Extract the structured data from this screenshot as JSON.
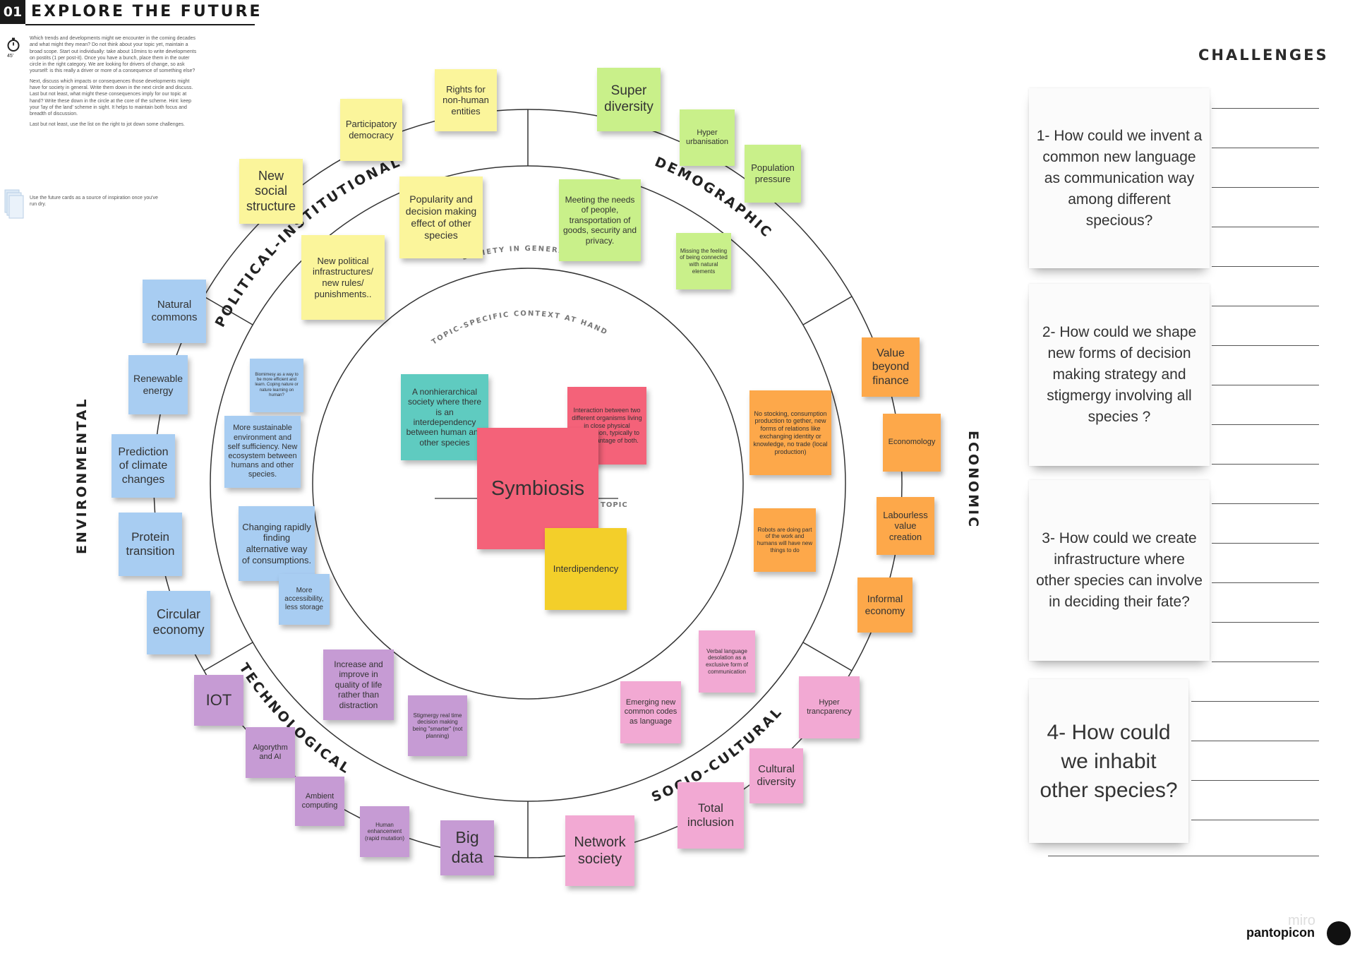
{
  "header": {
    "number": "01",
    "title": "EXPLORE THE FUTURE"
  },
  "timer": {
    "label": "45'",
    "icon": "stopwatch-icon"
  },
  "instructions": [
    "Which trends and developments might we encounter in the coming decades and what might they mean? Do not think about your topic yet, maintain a broad scope. Start out individually: take about 10mins to write developments on postits (1 per post-it). Once you have a bunch, place them in the outer circle in the right category. We are looking for drivers of change, so ask yourself: is this really a driver or more of a consequence of something else?",
    "Next, discuss which impacts or consequences those developments might have for society in general. Write them down in the next circle and discuss. Last but not least, what might these consequences imply for our topic at hand? Write these down in the circle at the core of the scheme. Hint: keep your 'lay of the land' scheme in sight. It helps to maintain both focus and breadth of discussion.",
    "Last but not least, use the list on the right to jot down some challenges."
  ],
  "cards_hint": "Use the future cards as a source of inspiration once you've run dry.",
  "sectors": {
    "political": "POLITICAL-INSTITUTIONAL",
    "demographic": "DEMOGRAPHIC",
    "economic": "ECONOMIC",
    "sociocultural": "SOCIO-CULTURAL",
    "technological": "TECHNOLOGICAL",
    "environmental": "ENVIRONMENTAL"
  },
  "rings": {
    "society": "SOCIETY IN GENERAL",
    "topic_context": "TOPIC-SPECIFIC CONTEXT AT HAND",
    "topic": "TOPIC"
  },
  "notes": [
    {
      "text": "Rights for non-human entities",
      "color": "y"
    },
    {
      "text": "Participatory democracy",
      "color": "y"
    },
    {
      "text": "New social structure",
      "color": "y"
    },
    {
      "text": "Popularity and decision making effect of other species",
      "color": "y"
    },
    {
      "text": "New political infrastructures/ new rules/ punishments..",
      "color": "y"
    },
    {
      "text": "Super diversity",
      "color": "g"
    },
    {
      "text": "Hyper urbanisation",
      "color": "g"
    },
    {
      "text": "Population pressure",
      "color": "g"
    },
    {
      "text": "Meeting the needs of people, transportation of goods, security and privacy.",
      "color": "g"
    },
    {
      "text": "Missing the feeling of being connected with natural elements",
      "color": "g"
    },
    {
      "text": "Value beyond finance",
      "color": "o"
    },
    {
      "text": "No stocking, consumption production to gether, new forms of relations like exchanging identity or knowledge, no trade (local production)",
      "color": "o"
    },
    {
      "text": "Economology",
      "color": "o"
    },
    {
      "text": "Labourless value creation",
      "color": "o"
    },
    {
      "text": "Robots are doing part of the work and humans will have new things to do",
      "color": "o"
    },
    {
      "text": "Informal economy",
      "color": "o"
    },
    {
      "text": "Natural commons",
      "color": "b"
    },
    {
      "text": "Renewable energy",
      "color": "b"
    },
    {
      "text": "Prediction of climate changes",
      "color": "b"
    },
    {
      "text": "Protein transition",
      "color": "b"
    },
    {
      "text": "Circular economy",
      "color": "b"
    },
    {
      "text": "Biomimesy as a way to be more efficient and learn. Coping nature or nature learning on human?",
      "color": "b"
    },
    {
      "text": "More sustainable environment and self sufficiency. New ecosystem between humans and other species.",
      "color": "b"
    },
    {
      "text": "Changing rapidly finding alternative way of consumptions.",
      "color": "b"
    },
    {
      "text": "More accessibility, less storage",
      "color": "b"
    },
    {
      "text": "IOT",
      "color": "p"
    },
    {
      "text": "Algorythm and AI",
      "color": "p"
    },
    {
      "text": "Ambient computing",
      "color": "p"
    },
    {
      "text": "Human enhancement (rapid mutation)",
      "color": "p"
    },
    {
      "text": "Big data",
      "color": "p"
    },
    {
      "text": "Increase and improve in quality of life rather than distraction",
      "color": "p"
    },
    {
      "text": "Stigmergy real time decision making being \"smarter\" (not planning)",
      "color": "p"
    },
    {
      "text": "Network society",
      "color": "k"
    },
    {
      "text": "Total inclusion",
      "color": "k"
    },
    {
      "text": "Cultural diversity",
      "color": "k"
    },
    {
      "text": "Hyper trancparency",
      "color": "k"
    },
    {
      "text": "Emerging new common codes as language",
      "color": "k"
    },
    {
      "text": "Verbal language desolation as a exclusive form of communication",
      "color": "k"
    },
    {
      "text": "A nonhierarchical society where there is an interdependency between human and other species",
      "color": "t"
    },
    {
      "text": "Interaction between two different organisms living in close physical association, typically to the advantage of both.",
      "color": "r"
    },
    {
      "text": "Symbiosis",
      "color": "r"
    },
    {
      "text": "Interdipendency",
      "color": "gold"
    }
  ],
  "challenges": {
    "title": "CHALLENGES",
    "items": [
      "1- How could we invent a common new language as communication way among different specious?",
      "2- How could we shape new forms of decision making strategy and stigmergy involving all species ?",
      "3- How could we create infrastructure where other species can involve in deciding their fate?",
      "4- How could we inhabit other species?"
    ]
  },
  "brand": {
    "name": "pantopicon",
    "watermark": "miro"
  }
}
